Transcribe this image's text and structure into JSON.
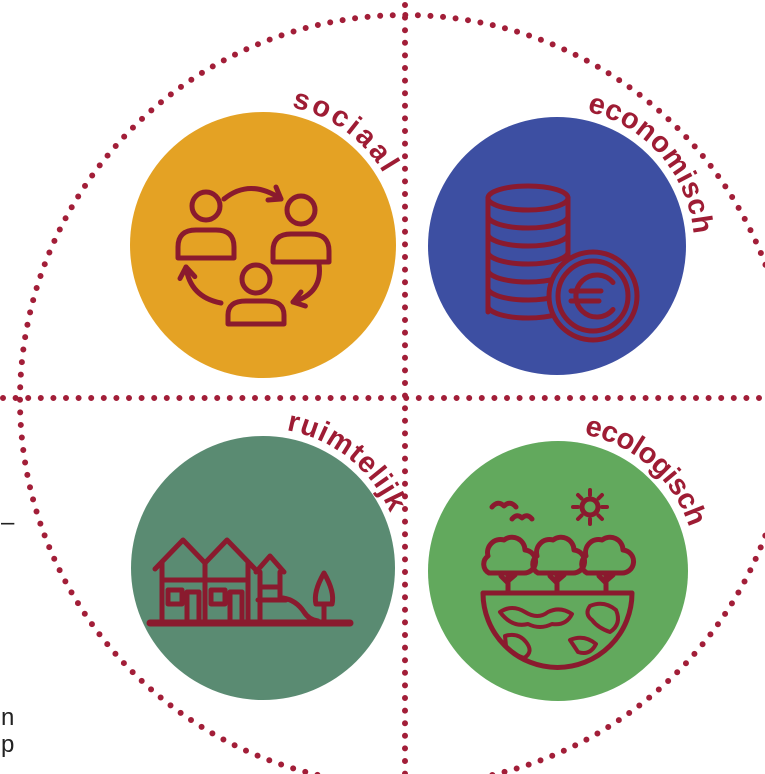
{
  "quadrants": [
    {
      "label": "sociaal",
      "color": "#E4A224",
      "icon": "people-cycle-icon"
    },
    {
      "label": "economisch",
      "color": "#3D4FA2",
      "icon": "coins-euro-icon"
    },
    {
      "label": "ruimtelijk",
      "color": "#5A8B72",
      "icon": "houses-playground-icon"
    },
    {
      "label": "ecologisch",
      "color": "#62A95D",
      "icon": "trees-earth-icon"
    }
  ],
  "fragments": {
    "dash": "–",
    "left_n": "n",
    "left_p": "p"
  },
  "colors": {
    "dots": "#A21E38",
    "label": "#9E1C34",
    "icon_stroke": "#8A1A2E",
    "background": "#FFFFFF"
  }
}
